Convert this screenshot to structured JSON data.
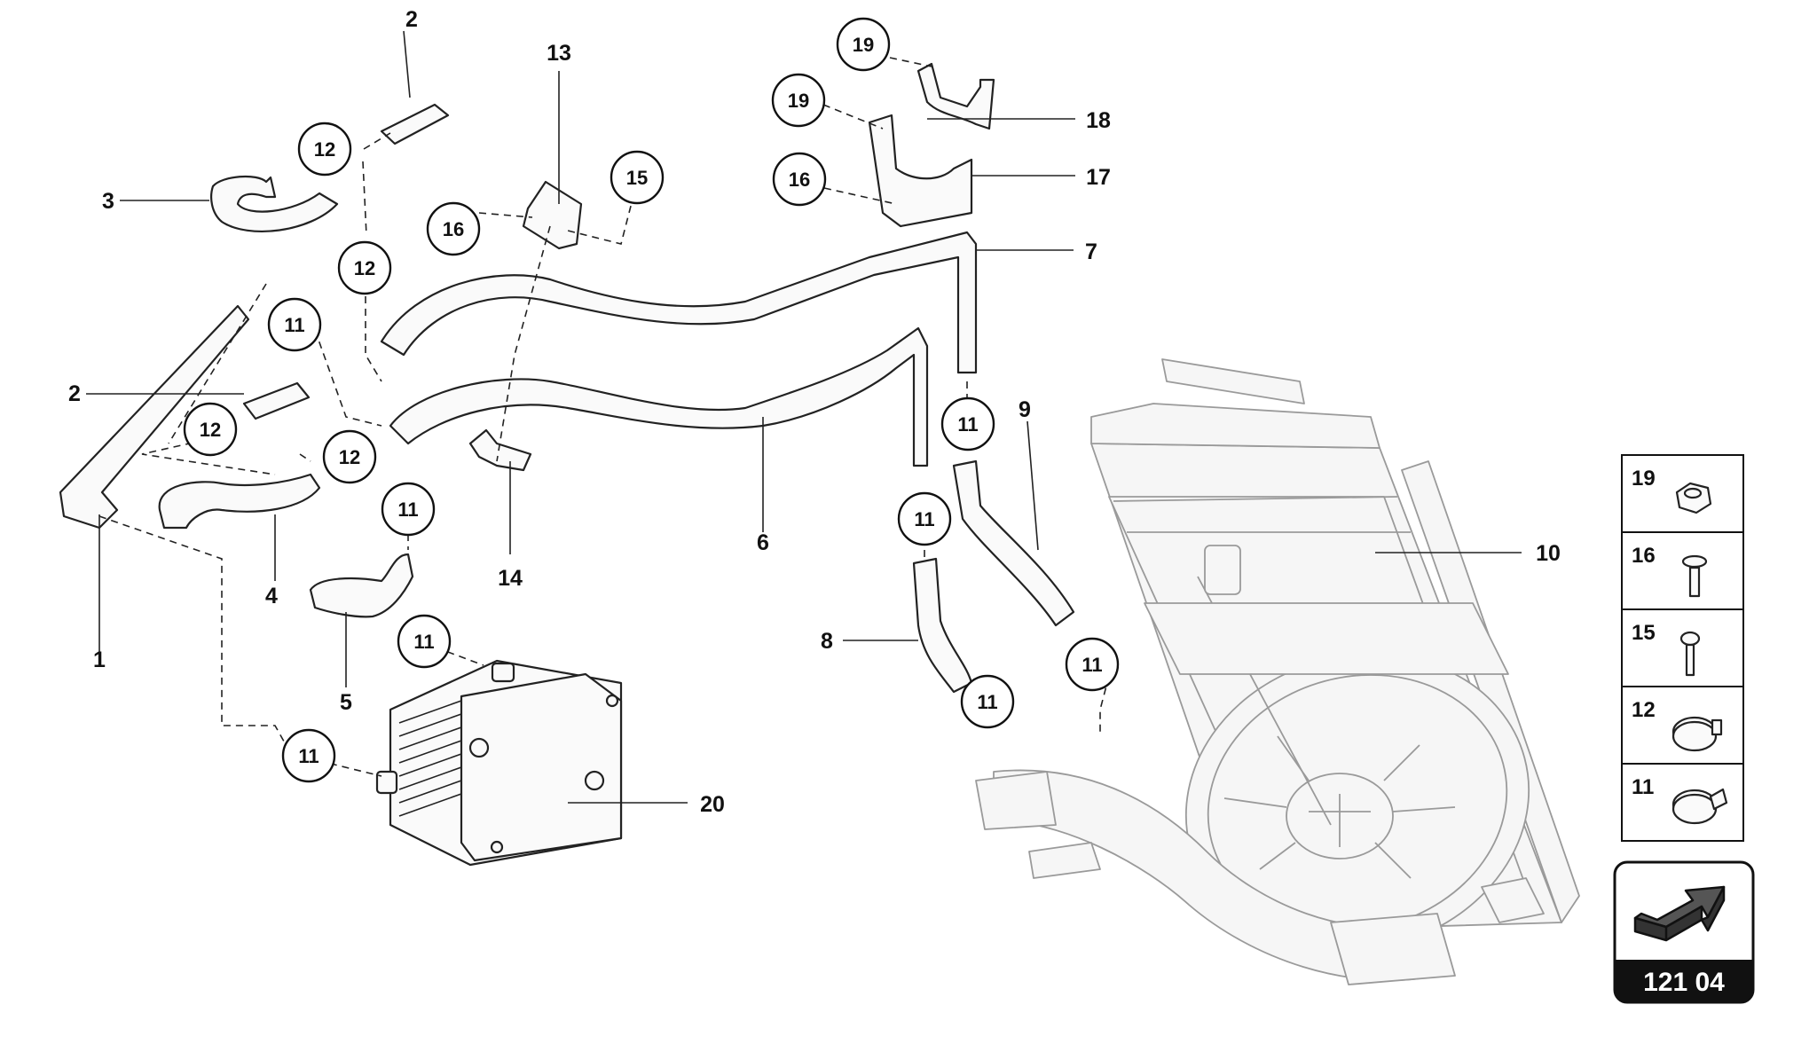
{
  "part_labels": {
    "p1": "1",
    "p2a": "2",
    "p2b": "2",
    "p3": "3",
    "p4": "4",
    "p5": "5",
    "p6": "6",
    "p7": "7",
    "p8": "8",
    "p9": "9",
    "p10": "10",
    "p13": "13",
    "p14": "14",
    "p17": "17",
    "p18": "18",
    "p20": "20"
  },
  "callouts": {
    "c12a": "12",
    "c12b": "12",
    "c12c": "12",
    "c12d": "12",
    "c11a": "11",
    "c11b": "11",
    "c11c": "11",
    "c11d": "11",
    "c11e": "11",
    "c11f": "11",
    "c11g": "11",
    "c11h": "11",
    "c15": "15",
    "c16a": "16",
    "c16b": "16",
    "c19a": "19",
    "c19b": "19"
  },
  "hardware_legend": [
    {
      "number": "19",
      "icon": "hex-nut-icon"
    },
    {
      "number": "16",
      "icon": "flange-bolt-icon"
    },
    {
      "number": "15",
      "icon": "screw-icon"
    },
    {
      "number": "12",
      "icon": "spring-clamp-icon"
    },
    {
      "number": "11",
      "icon": "hose-clamp-icon"
    }
  ],
  "page_reference": "121 04",
  "colors": {
    "line": "#222222",
    "ghost": "#9a9a9a",
    "badge": "#111111",
    "arrow_fill": "#555555"
  }
}
